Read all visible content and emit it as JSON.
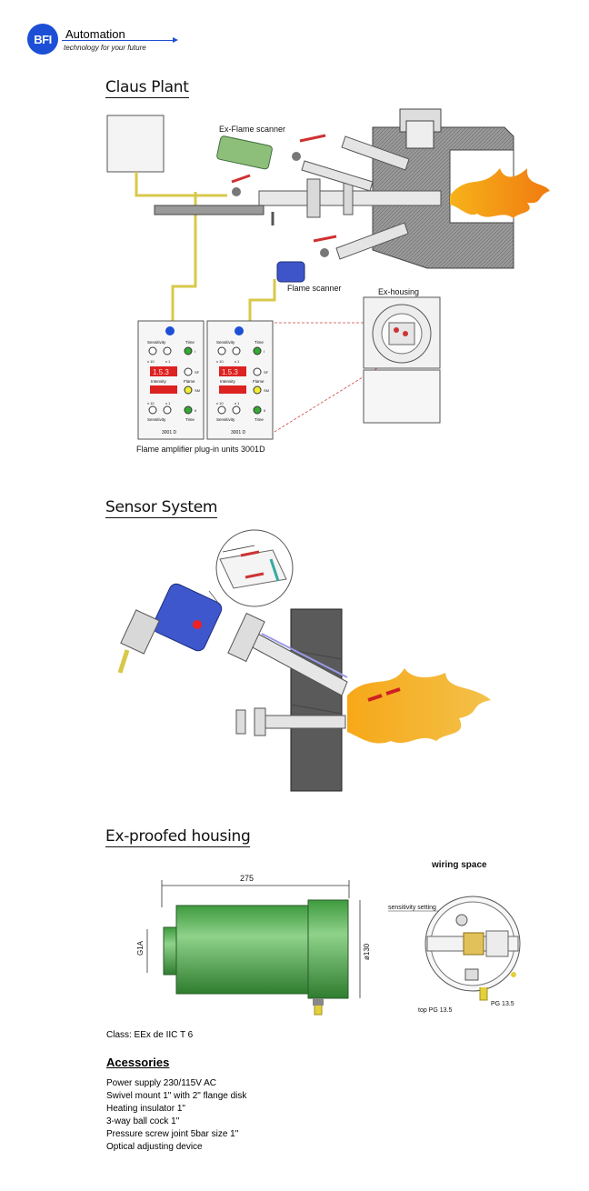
{
  "header": {
    "logo_text": "BFI",
    "brand": "Automation",
    "tagline": "technology for your future",
    "accent": "#1c4fd6"
  },
  "claus": {
    "title": "Claus Plant",
    "ex_flame_scanner": "Ex-Flame scanner",
    "flame_scanner": "Flame scanner",
    "ex_housing": "Ex-housing",
    "amplifier_caption": "Flame amplifier plug-in units 3001D",
    "unit": {
      "sensitivity": "Sensitivity",
      "time": "Time",
      "x10": "x 10",
      "x1": "x 1",
      "display": "1.5.3",
      "intensity": "Intensity",
      "flame": "Flame",
      "model": "3001 D",
      "sf": "SF",
      "sm": "SM",
      "i": "I",
      "ii": "II"
    }
  },
  "sensor": {
    "title": "Sensor System"
  },
  "housing": {
    "title": "Ex-proofed housing",
    "wiring_space": "wiring space",
    "dim_length": "275",
    "dim_diameter": "ø130",
    "dim_thread": "G1A",
    "sensitivity_setting": "sensitivity setting",
    "top_pg": "top PG 13.5",
    "pg": "PG 13.5"
  },
  "class_text": "Class: EEx de IIC T 6",
  "accessories": {
    "title": "Acessories",
    "items": [
      "Power supply 230/115V AC",
      "Swivel mount 1\" with 2\" flange disk",
      "Heating insulator 1\"",
      "3-way ball cock 1\"",
      "Pressure screw joint 5bar size 1\"",
      "Optical adjusting device"
    ]
  }
}
